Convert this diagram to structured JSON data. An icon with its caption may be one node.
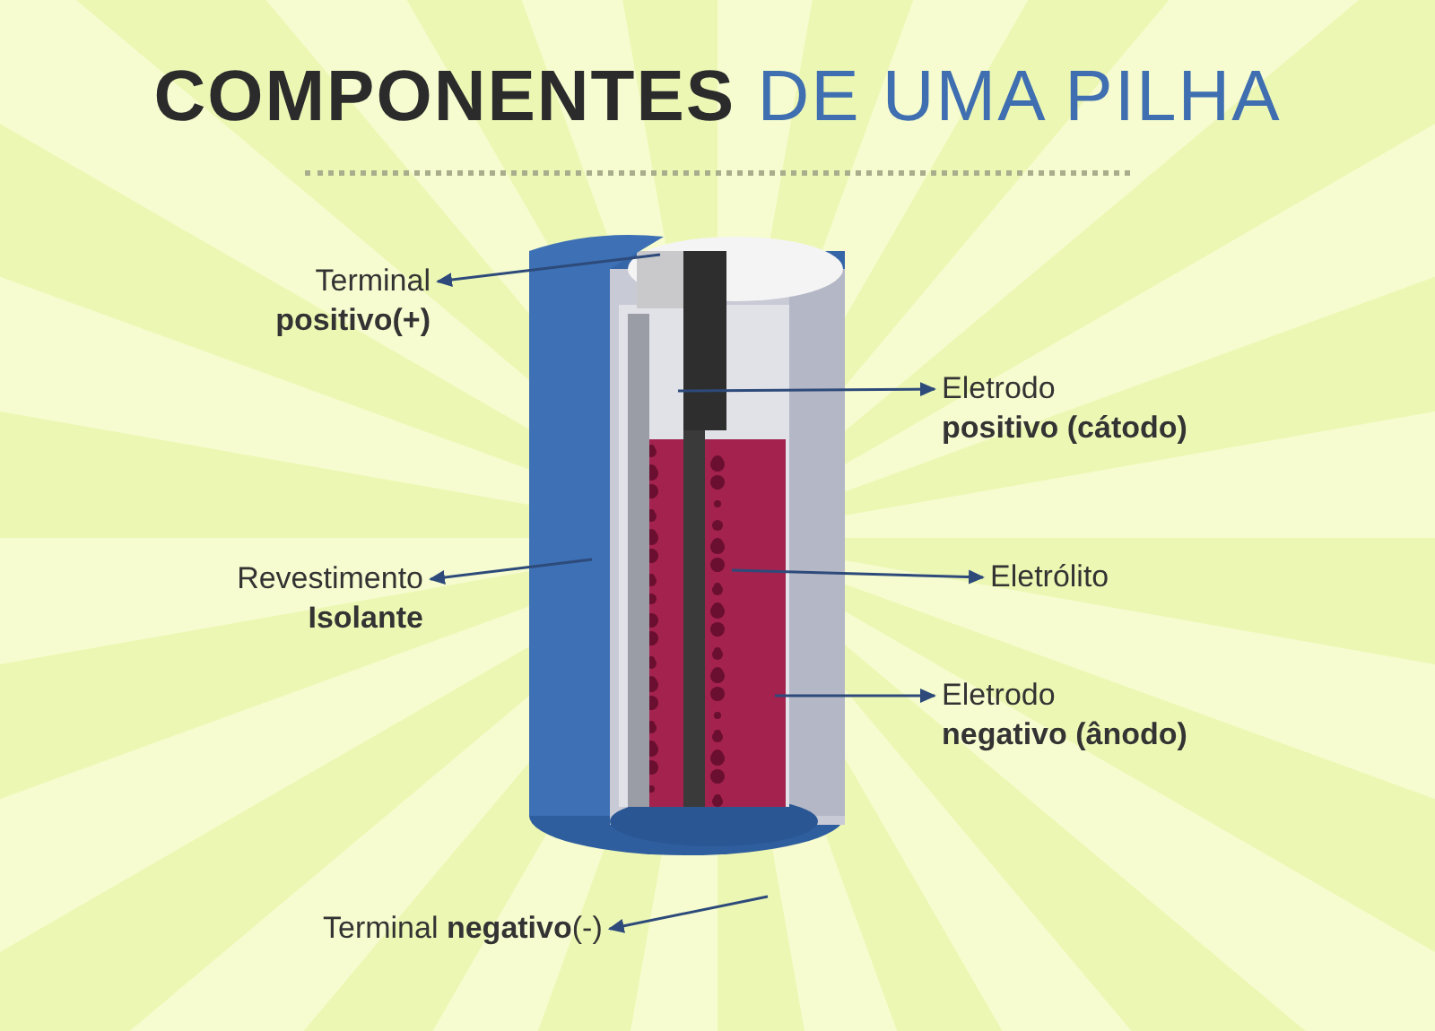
{
  "diagram": {
    "title": "**COMPONENTES** DE UMA PILHA",
    "nodes": [
      {
        "text": [
          "Terminal **positivo(+)**"
        ]
      },
      {
        "text": [
          "Revestimento **Isolante**"
        ]
      },
      {
        "text": [
          "Terminal **negativo**(-)"
        ]
      },
      {
        "text": [
          "Eletrodo **positivo (cátodo)**"
        ]
      },
      {
        "text": [
          "Eletrólito"
        ]
      },
      {
        "text": [
          "Eletrodo **negativo (ânodo)**"
        ]
      }
    ],
    "edges": [
      {
        "from": null,
        "to": 0,
        "arrow": "to"
      },
      {
        "from": null,
        "to": 1,
        "arrow": "to"
      },
      {
        "from": null,
        "to": 2,
        "arrow": "to"
      },
      {
        "from": null,
        "to": 3,
        "arrow": "to"
      },
      {
        "from": null,
        "to": 4,
        "arrow": "to"
      },
      {
        "from": null,
        "to": 5,
        "arrow": "to"
      }
    ]
  }
}
